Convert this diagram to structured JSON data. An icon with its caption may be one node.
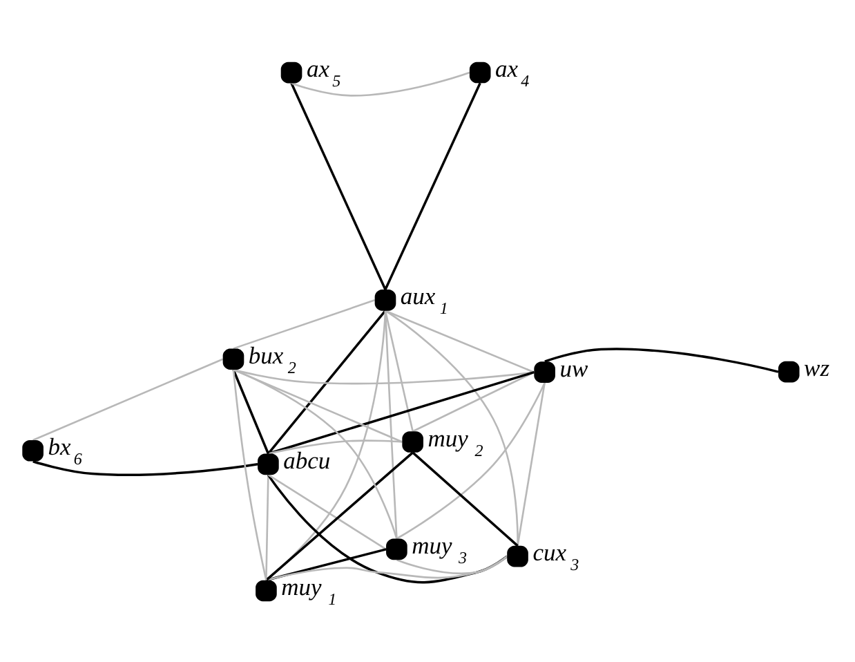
{
  "diagram": {
    "nodes": [
      {
        "text": [
          "ax$_{5}$"
        ]
      },
      {
        "text": [
          "ax$_{4}$"
        ]
      },
      {
        "text": [
          "aux$_{1}$"
        ]
      },
      {
        "text": [
          "uw"
        ]
      },
      {
        "text": [
          "wz"
        ]
      },
      {
        "text": [
          "abcu"
        ]
      },
      {
        "text": [
          "muy$_{1}$"
        ]
      },
      {
        "text": [
          "cux$_{3}$"
        ]
      },
      {
        "text": [
          "muy$_{2}$"
        ]
      },
      {
        "text": [
          "muy$_{3}$"
        ]
      },
      {
        "text": [
          "bux$_{2}$"
        ]
      },
      {
        "text": [
          "bx$_{6}$"
        ]
      }
    ],
    "edges": [
      {
        "from": 0,
        "to": 2,
        "arrow": "none",
        "color": "#000000"
      },
      {
        "from": 1,
        "to": 2,
        "arrow": "none",
        "color": "#000000"
      },
      {
        "from": 2,
        "to": 5,
        "arrow": "none",
        "color": "#000000"
      },
      {
        "from": 5,
        "to": 3,
        "arrow": "none",
        "color": "#000000"
      },
      {
        "from": 3,
        "to": 4,
        "arrow": "none",
        "color": "#000000"
      },
      {
        "from": 5,
        "to": 11,
        "arrow": "none",
        "color": "#000000"
      },
      {
        "from": 5,
        "to": 10,
        "arrow": "none",
        "color": "#000000"
      },
      {
        "from": 5,
        "to": 7,
        "arrow": "none",
        "color": "#000000"
      },
      {
        "from": 7,
        "to": 8,
        "arrow": "none",
        "color": "#000000"
      },
      {
        "from": 8,
        "to": 6,
        "arrow": "none",
        "color": "#000000"
      },
      {
        "from": 6,
        "to": 9,
        "arrow": "none",
        "color": "#000000"
      },
      {
        "from": 1,
        "to": 0,
        "arrow": "none"
      },
      {
        "from": 11,
        "to": 10,
        "arrow": "none"
      },
      {
        "from": 2,
        "to": 3,
        "arrow": "none"
      },
      {
        "from": 2,
        "to": 6,
        "arrow": "none"
      },
      {
        "from": 2,
        "to": 10,
        "arrow": "none"
      },
      {
        "from": 2,
        "to": 7,
        "arrow": "none"
      },
      {
        "from": 2,
        "to": 8,
        "arrow": "none"
      },
      {
        "from": 2,
        "to": 9,
        "arrow": "none"
      },
      {
        "from": 5,
        "to": 6,
        "arrow": "none"
      },
      {
        "from": 5,
        "to": 8,
        "arrow": "none"
      },
      {
        "from": 5,
        "to": 9,
        "arrow": "none"
      },
      {
        "from": 3,
        "to": 7,
        "arrow": "none"
      },
      {
        "from": 3,
        "to": 10,
        "arrow": "none"
      },
      {
        "from": 3,
        "to": 8,
        "arrow": "none"
      },
      {
        "from": 3,
        "to": 9,
        "arrow": "none"
      },
      {
        "from": 10,
        "to": 6,
        "arrow": "none"
      },
      {
        "from": 10,
        "to": 8,
        "arrow": "none"
      },
      {
        "from": 10,
        "to": 9,
        "arrow": "none"
      },
      {
        "from": 7,
        "to": 6,
        "arrow": "none"
      },
      {
        "from": 7,
        "to": 9,
        "arrow": "none"
      }
    ]
  }
}
